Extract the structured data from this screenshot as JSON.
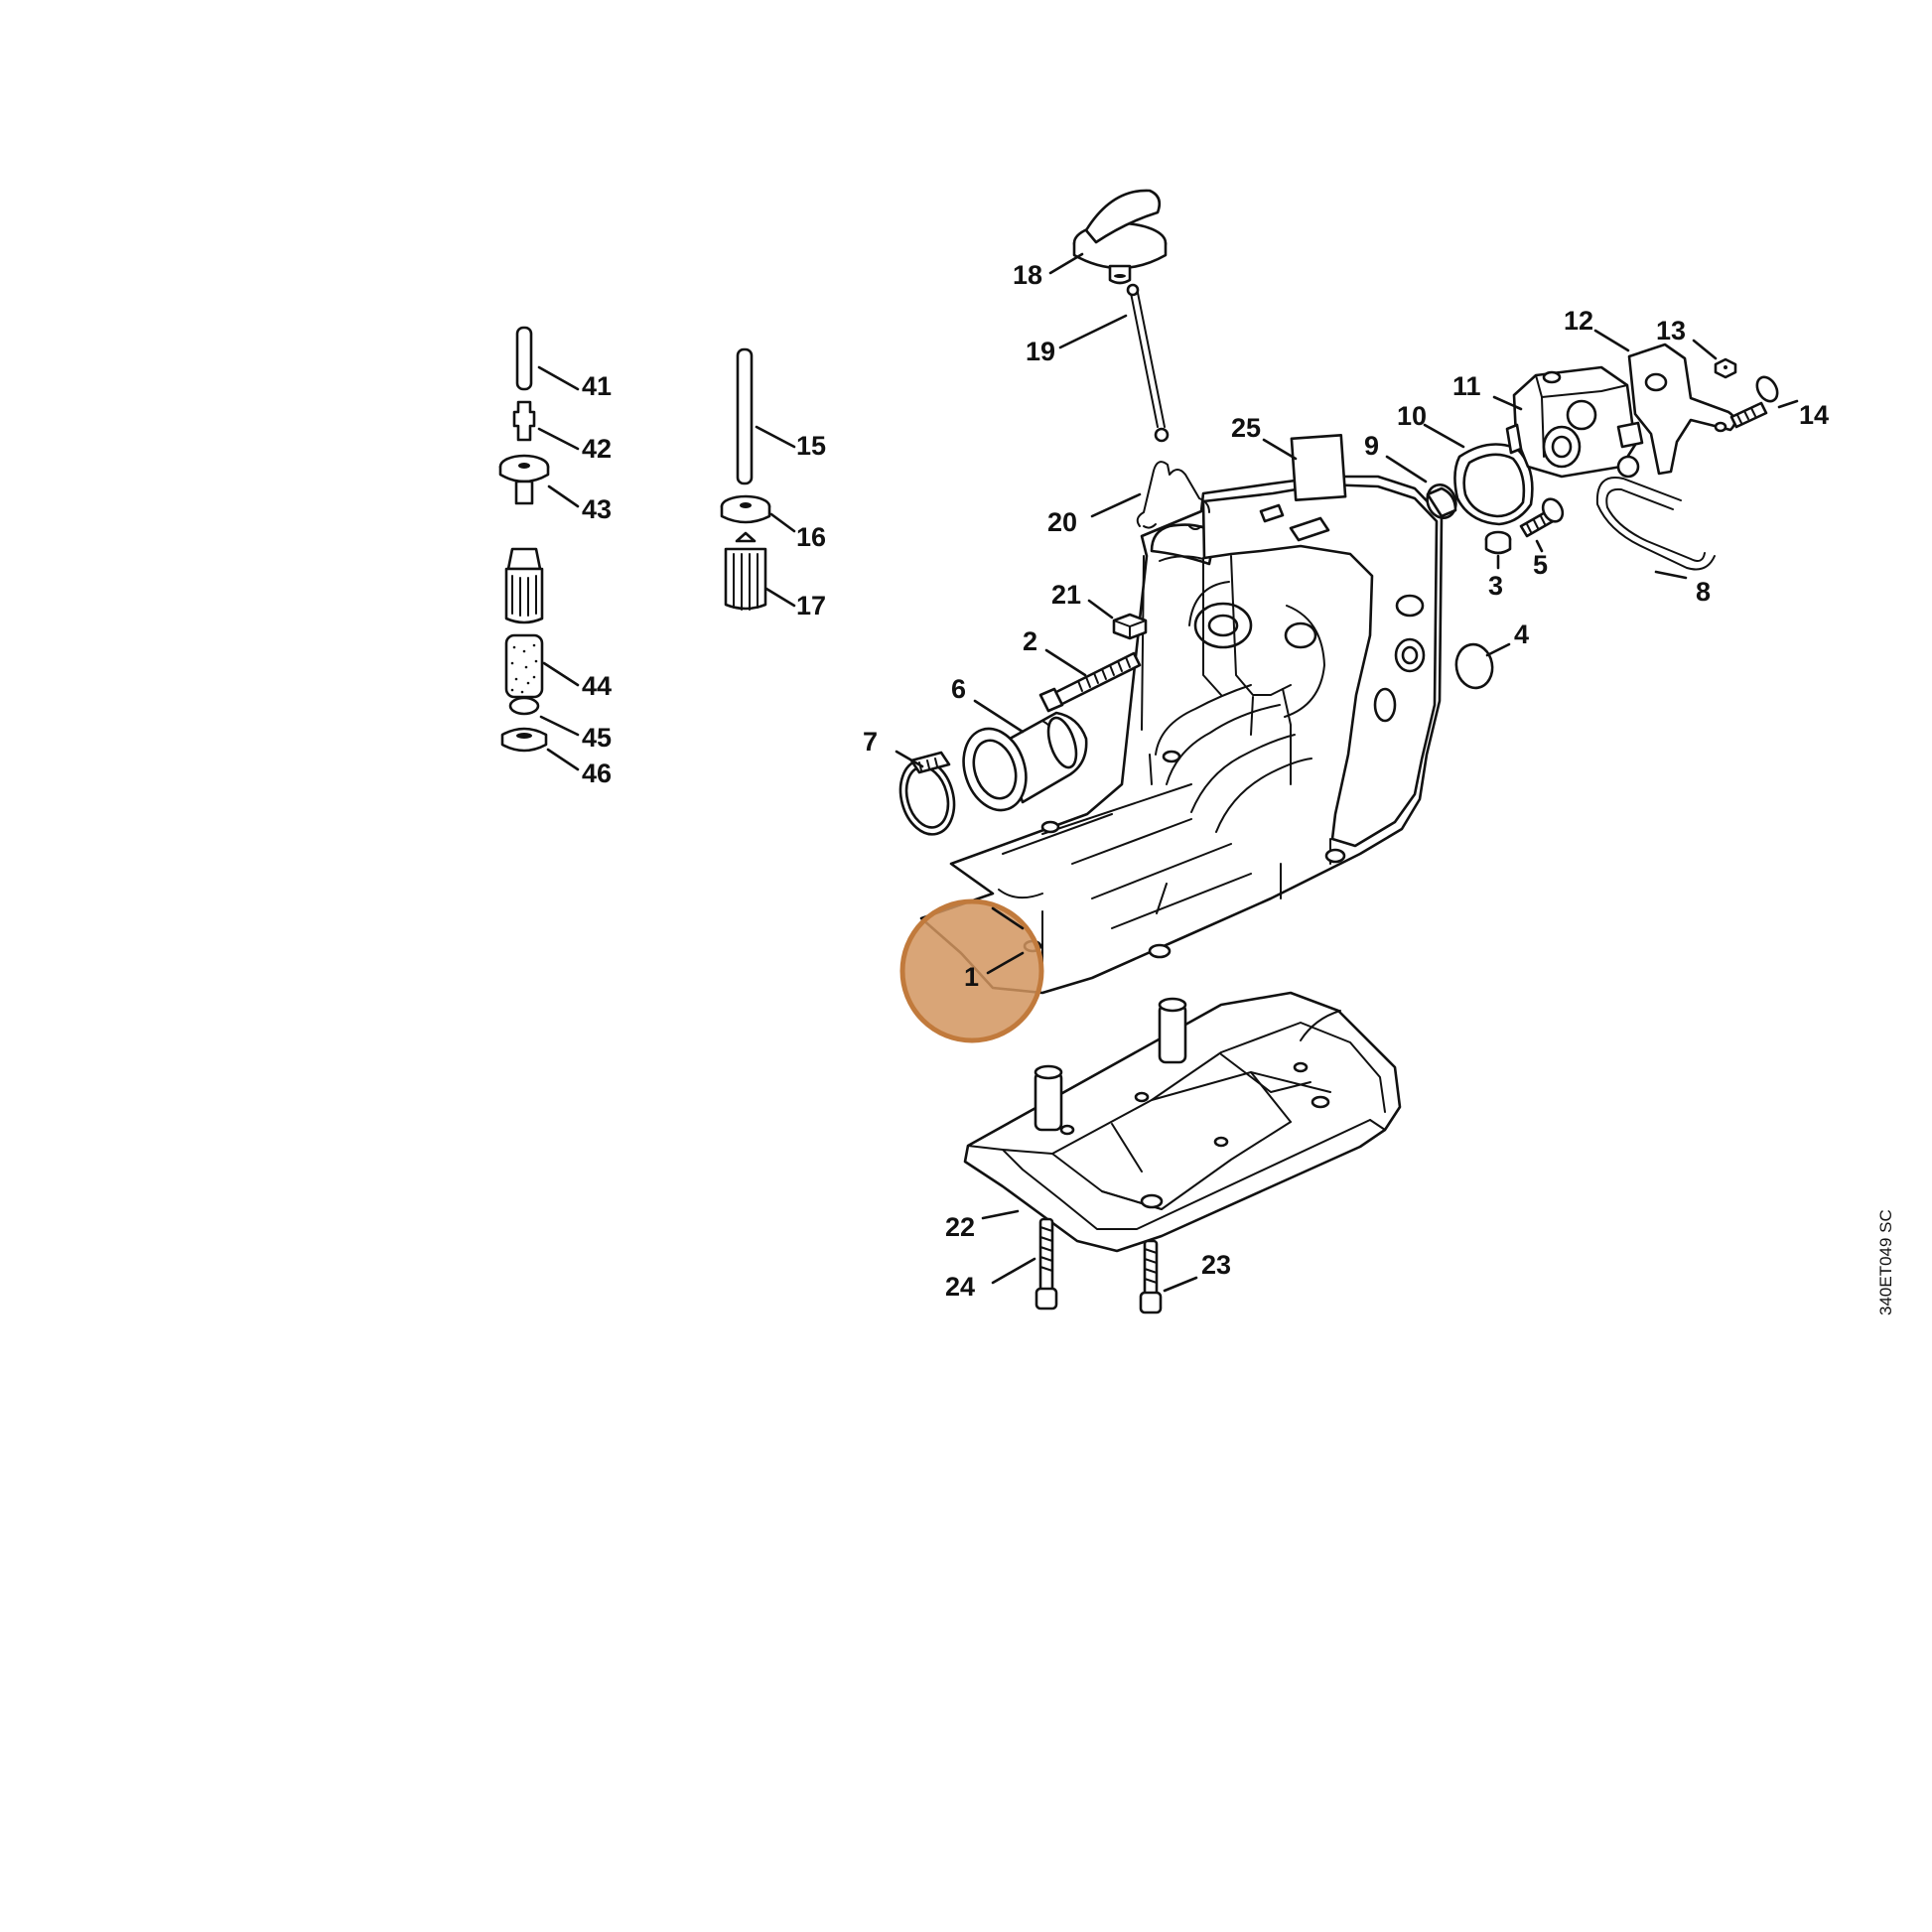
{
  "drawing_code": "340ET049 SC",
  "highlight": {
    "part": "1",
    "color": "#d2955f",
    "border": "#c17a3c"
  },
  "parts": [
    "1",
    "2",
    "3",
    "4",
    "5",
    "6",
    "7",
    "8",
    "9",
    "10",
    "11",
    "12",
    "13",
    "14",
    "15",
    "16",
    "17",
    "18",
    "19",
    "20",
    "21",
    "22",
    "23",
    "24",
    "25",
    "41",
    "42",
    "43",
    "44",
    "45",
    "46"
  ]
}
